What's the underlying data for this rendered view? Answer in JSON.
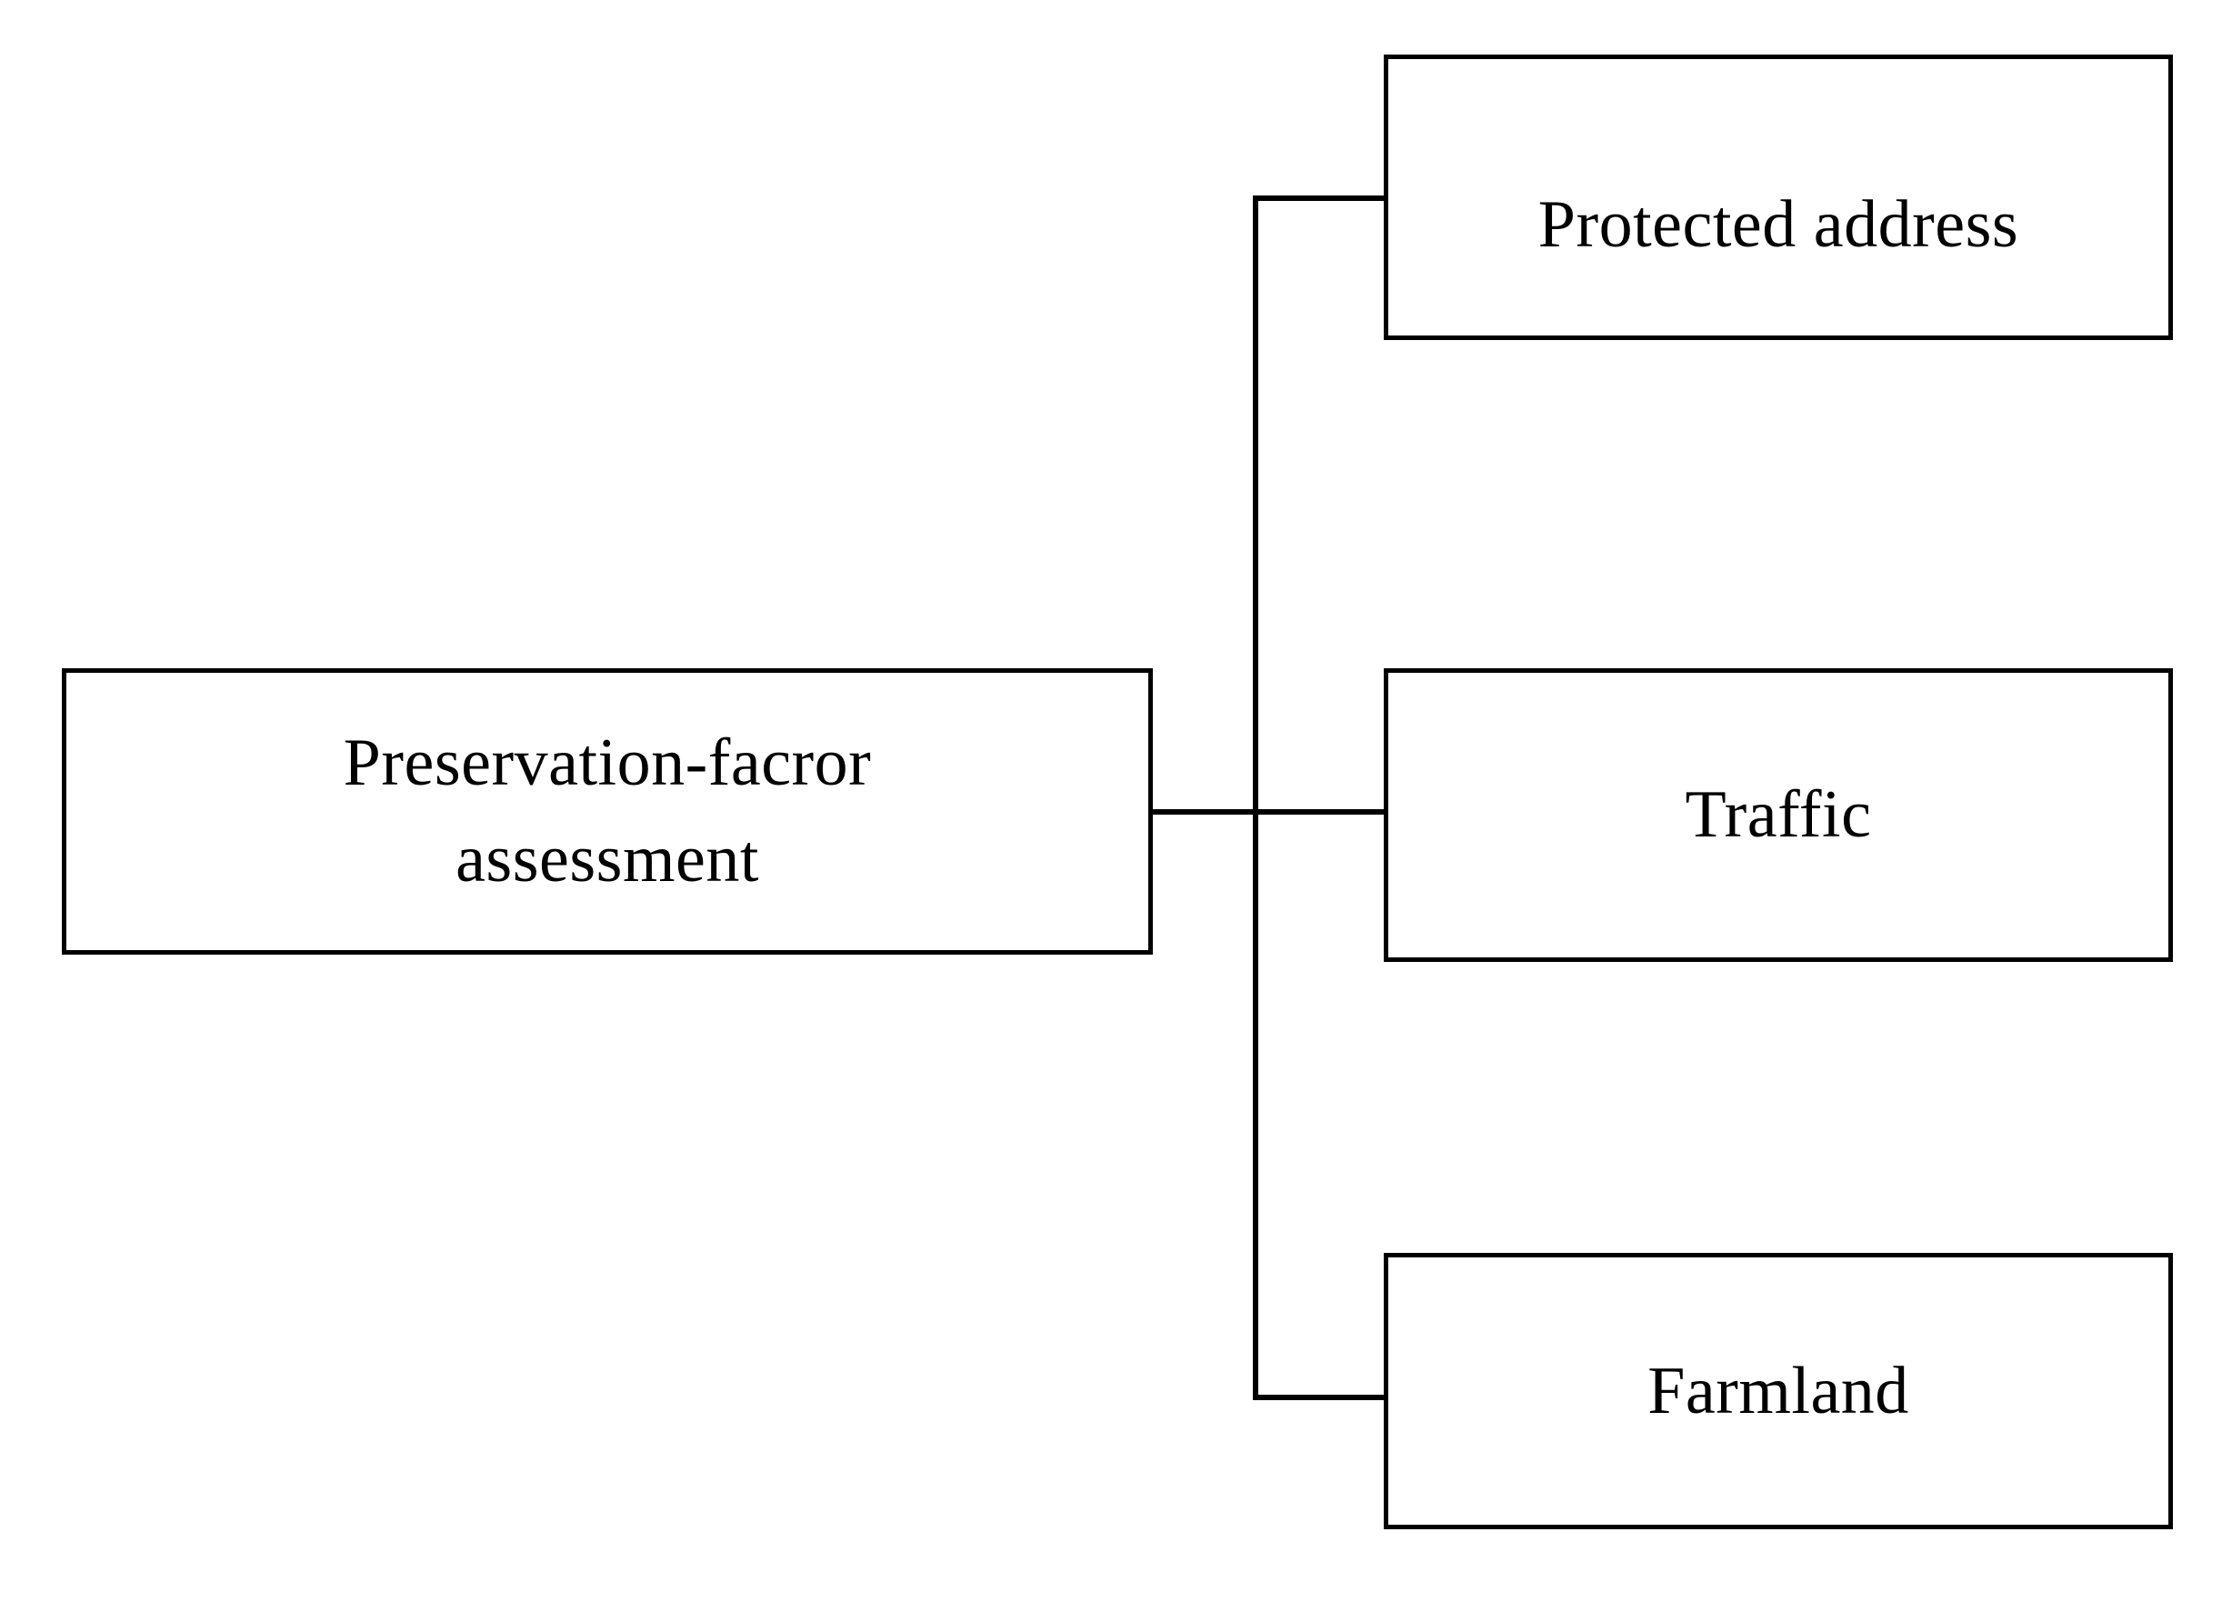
{
  "diagram": {
    "type": "tree-hierarchy",
    "orientation": "left-to-right",
    "root": {
      "label": "Preservation-facror\nassessment"
    },
    "branches": [
      {
        "label": "Protected address"
      },
      {
        "label": "Traffic"
      },
      {
        "label": "Farmland"
      }
    ],
    "colors": {
      "stroke": "#000000",
      "fill": "#ffffff",
      "text": "#000000"
    }
  }
}
